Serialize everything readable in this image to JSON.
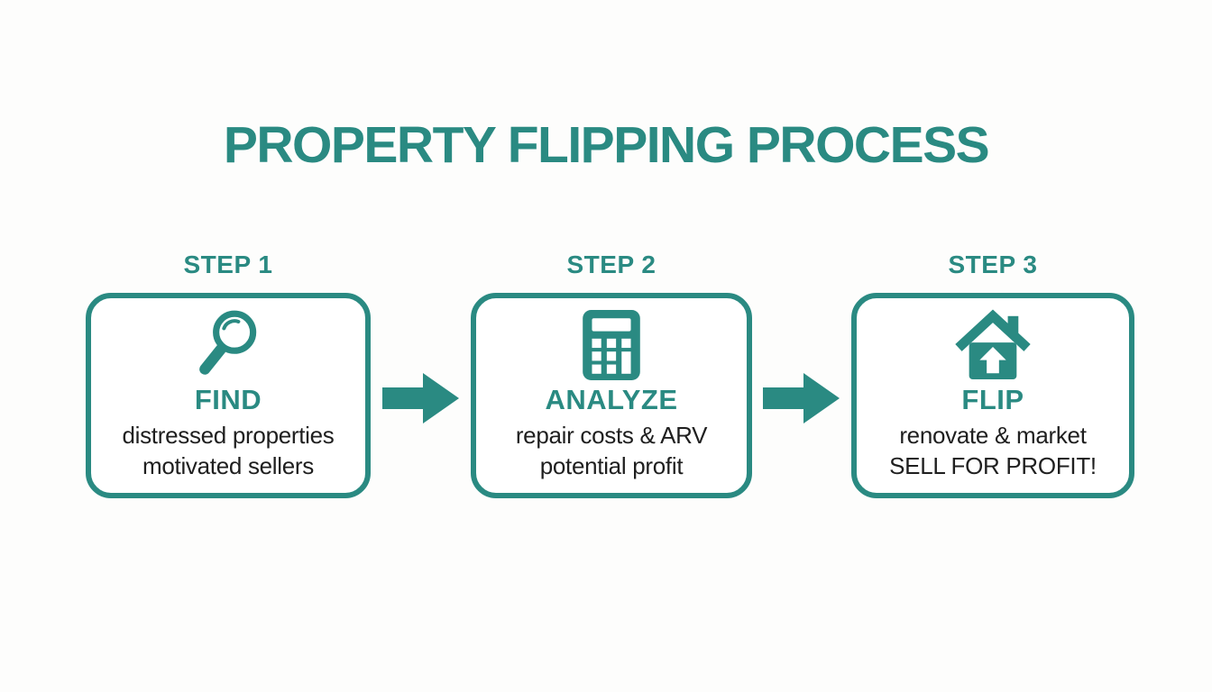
{
  "page": {
    "title": "PROPERTY FLIPPING PROCESS",
    "accent_color": "#2a8a82",
    "text_color": "#1f1f1f",
    "background_color": "#fdfdfc"
  },
  "steps": [
    {
      "label": "STEP 1",
      "icon": "magnifier-icon",
      "heading": "FIND",
      "lines": [
        "distressed properties",
        "motivated sellers"
      ]
    },
    {
      "label": "STEP 2",
      "icon": "calculator-icon",
      "heading": "ANALYZE",
      "lines": [
        "repair costs & ARV",
        "potential profit"
      ]
    },
    {
      "label": "STEP 3",
      "icon": "house-up-arrow-icon",
      "heading": "FLIP",
      "lines": [
        "renovate & market",
        "SELL FOR PROFIT!"
      ]
    }
  ],
  "arrows": [
    {
      "icon": "right-arrow-icon"
    },
    {
      "icon": "right-arrow-icon"
    }
  ]
}
